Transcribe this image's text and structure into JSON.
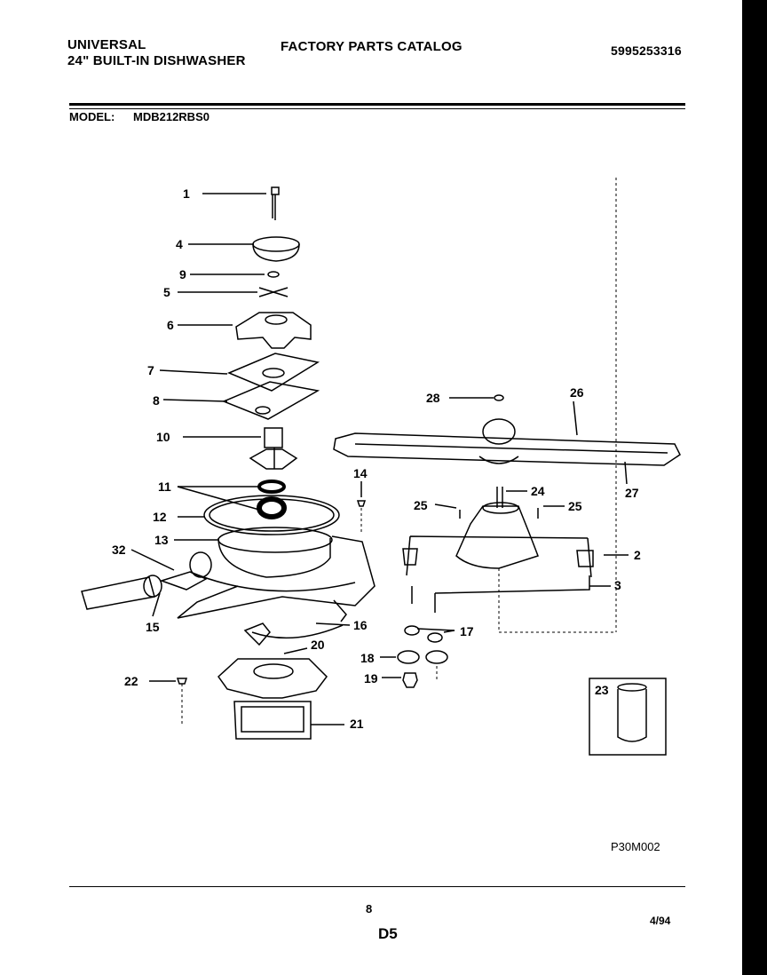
{
  "header": {
    "brand": "UNIVERSAL",
    "product": "24\" BUILT-IN DISHWASHER",
    "catalog": "FACTORY PARTS CATALOG",
    "catalog_number": "5995253316"
  },
  "model": {
    "label": "MODEL:",
    "value": "MDB212RBS0"
  },
  "parts": [
    "1",
    "2",
    "3",
    "4",
    "5",
    "6",
    "7",
    "8",
    "9",
    "10",
    "11",
    "12",
    "13",
    "14",
    "15",
    "16",
    "17",
    "18",
    "19",
    "20",
    "21",
    "22",
    "23",
    "24",
    "25",
    "25",
    "26",
    "27",
    "28",
    "32"
  ],
  "diagram_code": "P30M002",
  "footer": {
    "page": "8",
    "section": "D5",
    "date": "4/94"
  }
}
